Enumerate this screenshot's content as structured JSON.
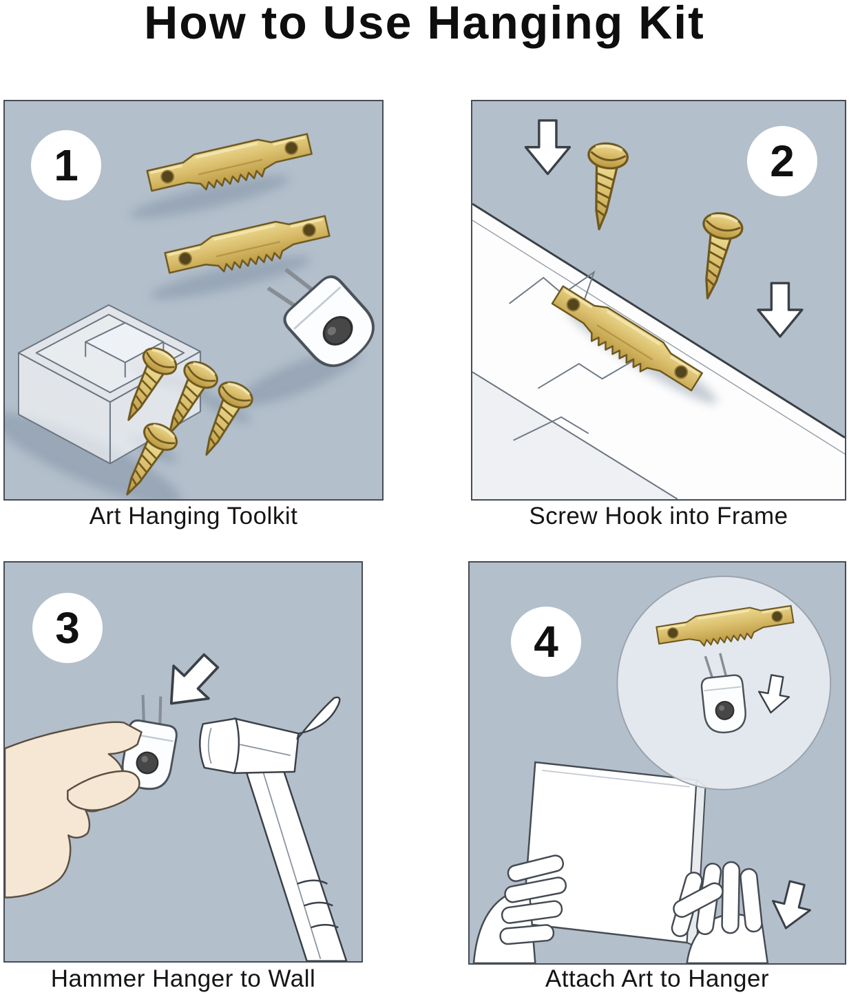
{
  "title": "How to Use Hanging  Kit",
  "steps": [
    {
      "number": "1",
      "caption": "Art Hanging Toolkit"
    },
    {
      "number": "2",
      "caption": "Screw Hook into Frame"
    },
    {
      "number": "3",
      "caption": "Hammer Hanger to Wall"
    },
    {
      "number": "4",
      "caption": "Attach Art to Hanger"
    }
  ],
  "colors": {
    "panel_background": "#b3bfcb",
    "panel_border": "#464b54",
    "brass": "#d9bd6b",
    "brass_dark": "#6e5820",
    "outline": "#3a4047",
    "paper_white": "#ffffff",
    "skin": "#f6e7d4"
  }
}
